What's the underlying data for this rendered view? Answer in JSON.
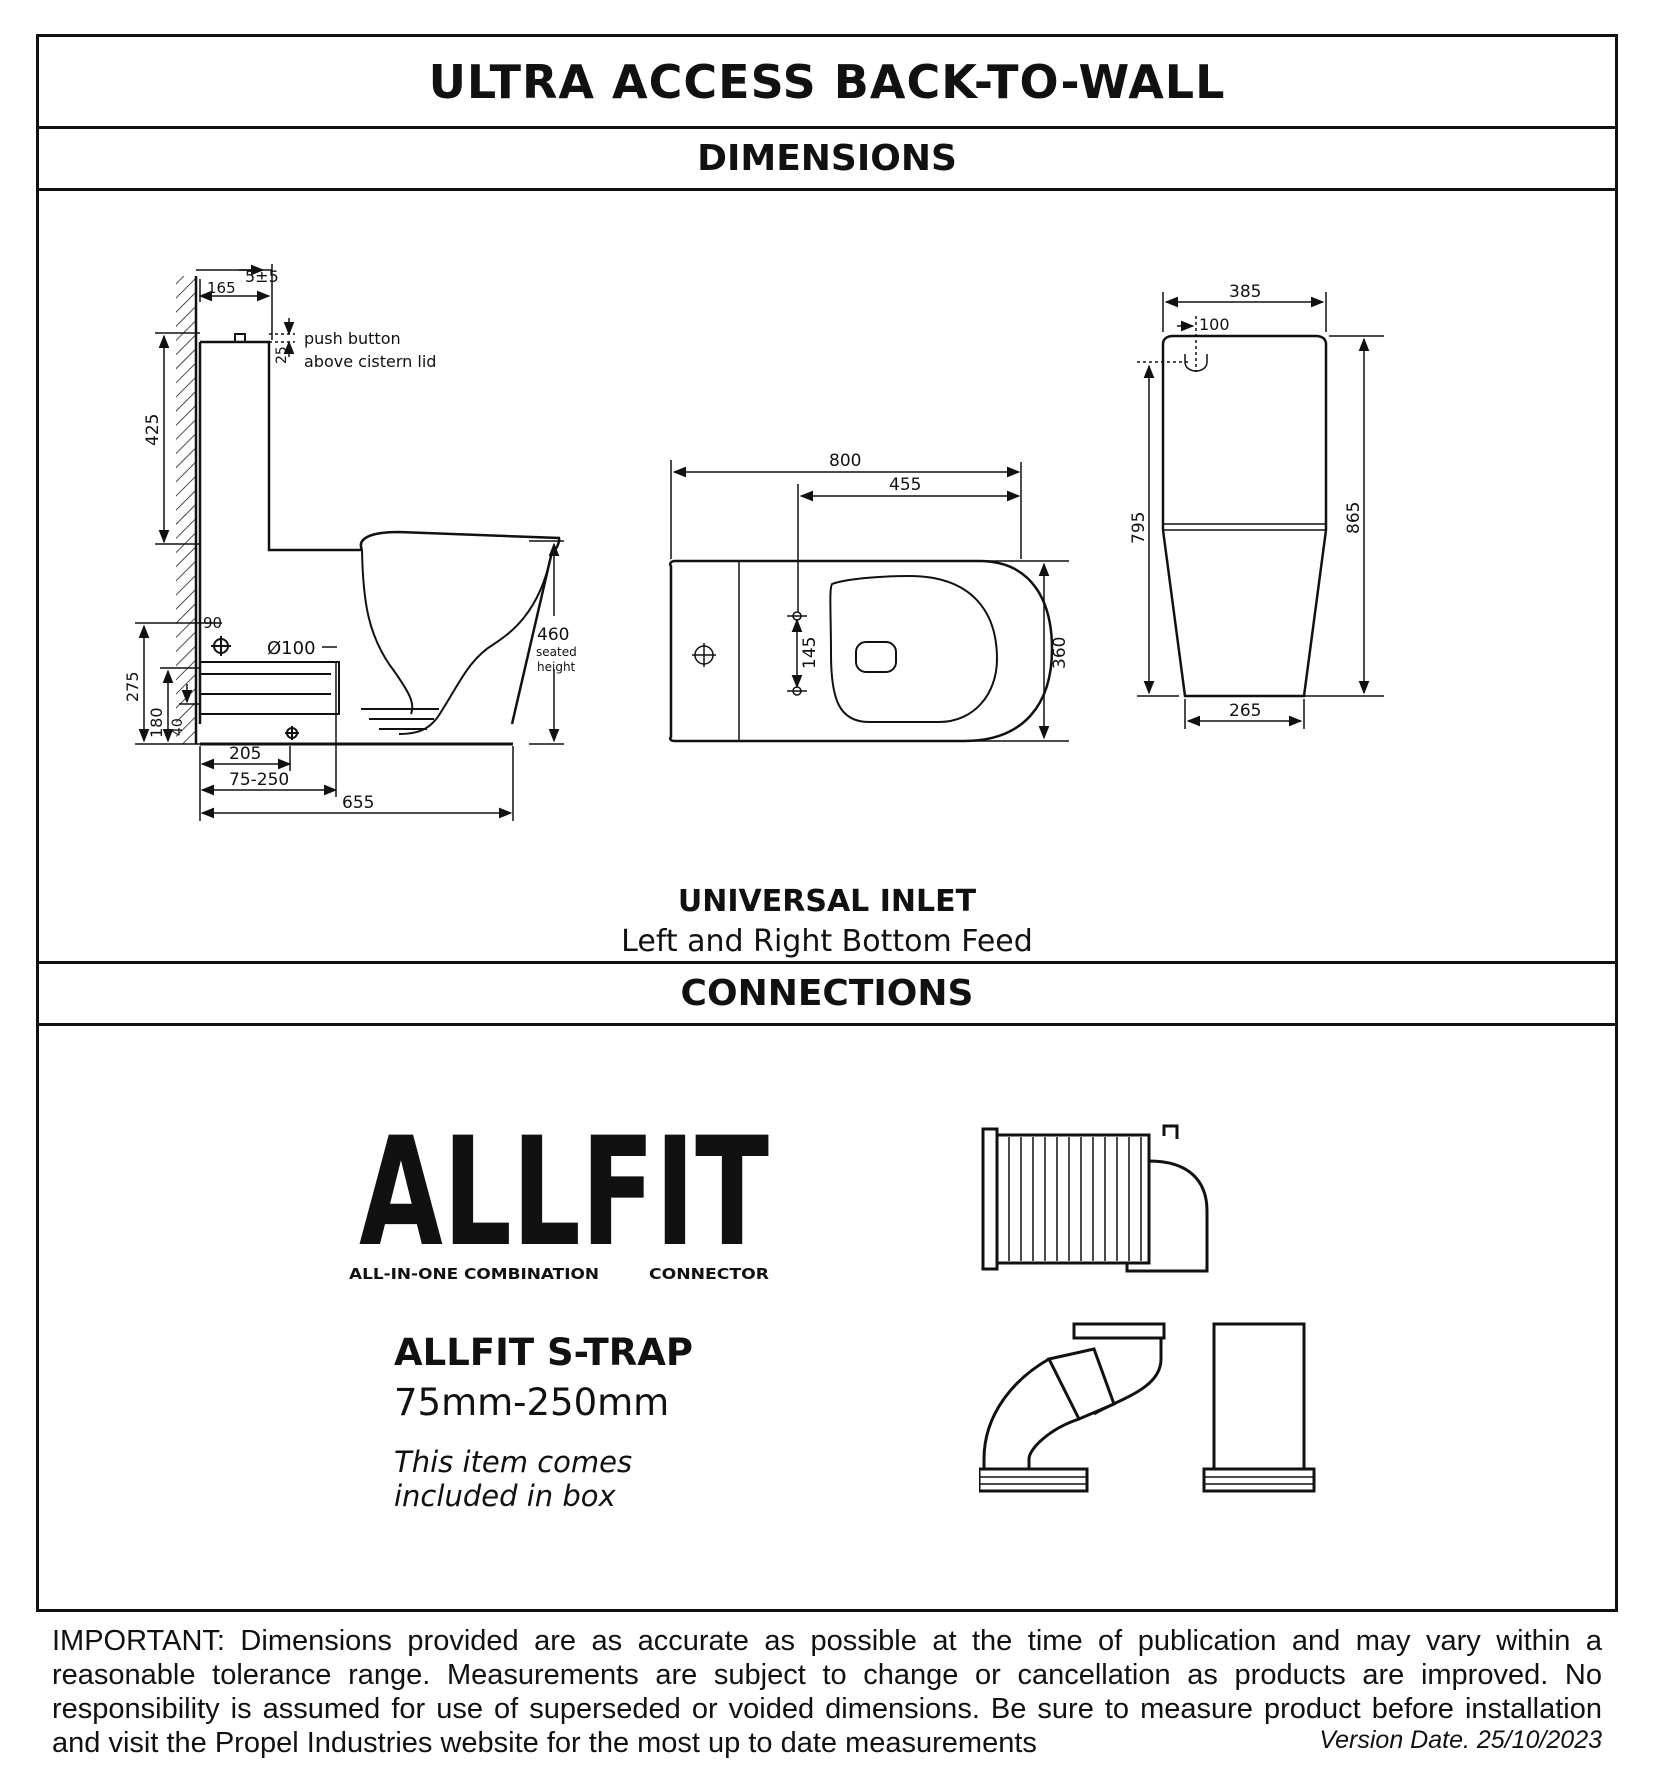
{
  "title": "ULTRA ACCESS BACK-TO-WALL",
  "dimensions": {
    "heading": "DIMENSIONS",
    "side": {
      "d_5pm5": "5±5",
      "d_165": "165",
      "push_button_1": "push button",
      "push_button_2": "above cistern lid",
      "d_25": "25",
      "d_425": "425",
      "d_90": "90",
      "d_100": "Ø100",
      "d_460": "460",
      "seated_1": "seated",
      "seated_2": "height",
      "d_275": "275",
      "d_180": "180",
      "d_40": "40",
      "d_205": "205",
      "d_75_250": "75-250",
      "d_655": "655"
    },
    "top": {
      "d_800": "800",
      "d_455": "455",
      "d_145": "145",
      "d_360": "360"
    },
    "front": {
      "d_385": "385",
      "d_100": "100",
      "d_795": "795",
      "d_865": "865",
      "d_265": "265"
    },
    "inlet_title": "UNIVERSAL INLET",
    "inlet_sub": "Left and Right Bottom Feed"
  },
  "connections": {
    "heading": "CONNECTIONS",
    "logo_word": "ALLFIT",
    "logo_tagline_left": "ALL-IN-ONE COMBINATION",
    "logo_tagline_right": "CONNECTOR",
    "strap_title": "ALLFIT S-TRAP",
    "strap_range": "75mm-250mm",
    "strap_note": "This item comes included in box"
  },
  "footer": {
    "important_label": "IMPORTANT:",
    "text": " Dimensions provided are as accurate as possible at the time of publication and may vary within a reasonable tolerance range. Measurements are subject to change or cancellation as products are improved. No responsibility is assumed for use of superseded or voided dimensions. Be sure to measure product before installation and visit the Propel Industries website for the most up to date measurements",
    "version": "Version Date. 25/10/2023"
  }
}
